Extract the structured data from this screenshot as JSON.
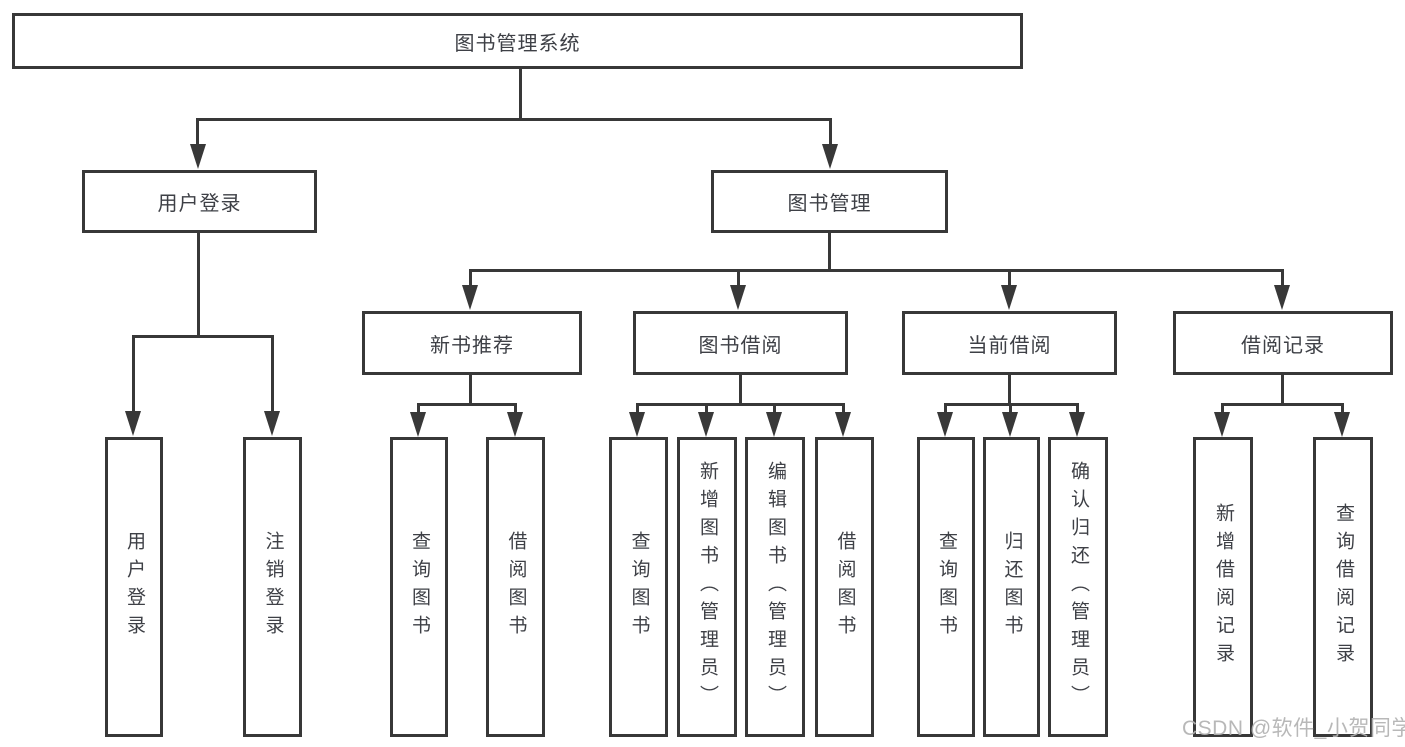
{
  "nodes": {
    "root": "图书管理系统",
    "user_login": "用户登录",
    "book_management": "图书管理",
    "new_book_recommendation": "新书推荐",
    "book_borrowing": "图书借阅",
    "current_borrowing": "当前借阅",
    "borrowing_records": "借阅记录"
  },
  "leaves": {
    "user_login": [
      "用户登录",
      "注销登录"
    ],
    "new_book_recommendation": [
      "查询图书",
      "借阅图书"
    ],
    "book_borrowing": [
      "查询图书",
      "新增图书（管理员）",
      "编辑图书（管理员）",
      "借阅图书"
    ],
    "current_borrowing": [
      "查询图书",
      "归还图书",
      "确认归还（管理员）"
    ],
    "borrowing_records": [
      "新增借阅记录",
      "查询借阅记录"
    ]
  },
  "watermark": "CSDN @软件_小贺同学",
  "colors": {
    "line": "#383838",
    "text": "#3e4046",
    "watermark": "#b2b2b2",
    "background": "#ffffff"
  }
}
